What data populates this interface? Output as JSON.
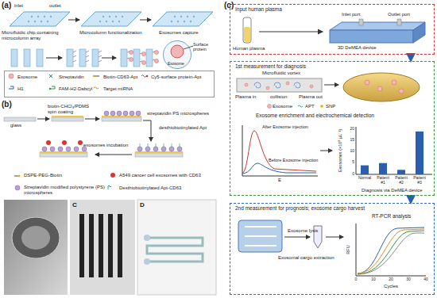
{
  "diagram": {
    "nodes": [
      {
        "text": [
          "Surface protein",
          "Exosome"
        ]
      },
      {
        "text": [
          "Exosome",
          "Streptavidin",
          "Biotin-CD63-Apt",
          "Cy5-surface protein-Apt",
          "H1",
          "FAM-H2-Dabcyl",
          "Target miRNA"
        ]
      },
      {
        "text": [
          "Input human plasma"
        ]
      },
      {
        "text": [
          "1st measurement for diagnosis"
        ]
      },
      {
        "text": [
          "2nd measurement for prognosis; exosome cargo harvest"
        ]
      }
    ],
    "edges": [
      {
        "from": 2,
        "to": 3,
        "arrow": "to"
      },
      {
        "from": 3,
        "to": 4,
        "arrow": "to"
      }
    ],
    "labels": [
      "(a)",
      "inlet",
      "outlet",
      "Microfluidic chip containing microcolumn array",
      "Microcolumn functionalization",
      "Exosomes capture",
      "(b)",
      "glass",
      "biotin-CHCl₃/PDMS spin coating",
      "streptavidin PS microspheres",
      "desthiobiotinylated Apt",
      "exosomes incubation",
      "DSPE-PEG-Biotin",
      "A549 cancer cell exosomes with CD63",
      "Streptavidin modified polystyrene (PS) microspheres",
      "Desthiobiotinylated Apt-CD63",
      "C",
      "D",
      "(c)",
      "Human plasma",
      "3D DeMEA device",
      "Inlet port",
      "Outlet port",
      "Plasma in",
      "Microfluidic vortex",
      "collision",
      "Plasma out",
      "Exosome",
      "APT",
      "SNP",
      "Exosome enrichment and electrochemical detection",
      "After Exosome injection",
      "Before Exosome injection",
      "E",
      "20",
      "15",
      "10",
      "5",
      "0",
      "Exosomes (×10⁸ μL⁻¹)",
      "Normal",
      "Patient #1",
      "Patient #2",
      "Patient #3",
      "Diagnosis via DeMEA device",
      "Exosome lysis",
      "Exosomal cargo extraction",
      "RT-PCR analysis",
      "RFU",
      "0",
      "10",
      "20",
      "30",
      "40",
      "Cycles"
    ]
  }
}
